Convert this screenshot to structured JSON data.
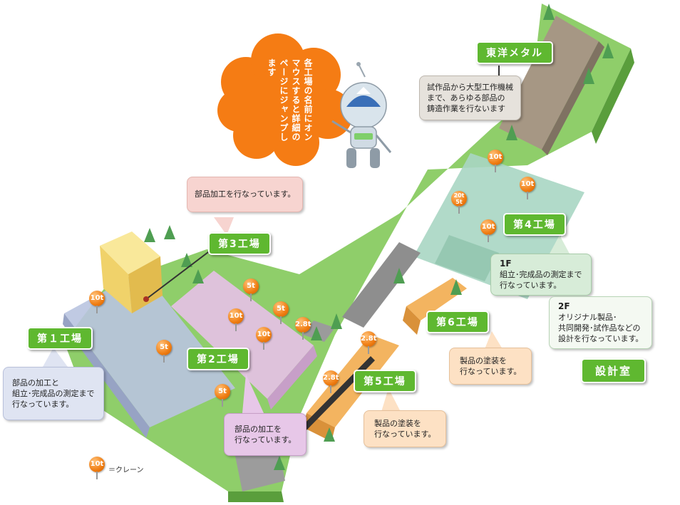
{
  "bubble": {
    "text": "各工場の名前にオンマウスすると詳細のページにジャンプします"
  },
  "factories": {
    "toyo": {
      "name": "東洋メタル",
      "desc": [
        "試作品から大型工作機械",
        "まで、あらゆる部品の",
        "鋳造作業を行ないます"
      ]
    },
    "f1": {
      "name": "第１工場",
      "desc": [
        "部品の加工と",
        "組立･完成品の測定まで",
        "行なっています。"
      ]
    },
    "f2": {
      "name": "第2工場",
      "desc": [
        "部品の加工を",
        "行なっています。"
      ]
    },
    "f3": {
      "name": "第3工場",
      "desc": [
        "部品加工を行なっています。"
      ]
    },
    "f4": {
      "name": "第4工場",
      "floor1": {
        "title": "1F",
        "desc": [
          "組立･完成品の測定まで",
          "行なっています。"
        ]
      },
      "floor2": {
        "title": "2F",
        "desc": [
          "オリジナル製品･",
          "共同開発･試作品などの",
          "設計を行なっています。"
        ]
      }
    },
    "f5": {
      "name": "第5工場",
      "desc": [
        "製品の塗装を",
        "行なっています。"
      ]
    },
    "f6": {
      "name": "第6工場",
      "desc": [
        "製品の塗装を",
        "行なっています。"
      ]
    },
    "design": {
      "name": "設計室"
    }
  },
  "cranes": {
    "c1": "10t",
    "c2": "5t",
    "c3": "5t",
    "c4": "5t",
    "c5": "10t",
    "c6": "10t",
    "c7": "5t",
    "c8": "2.8t",
    "c9": "2.8t",
    "c10": "2.8t",
    "c11": "10t",
    "c12": "10t",
    "c13": "10t",
    "c14a": "20t",
    "c14b": "5t"
  },
  "legend": {
    "pin": "10t",
    "text": "＝クレーン"
  },
  "colors": {
    "grass": "#8fce6a",
    "grass_dark": "#5a9e3c",
    "label": "#5fb830",
    "crane": "#f07d12",
    "bubble": "#f57c14"
  }
}
